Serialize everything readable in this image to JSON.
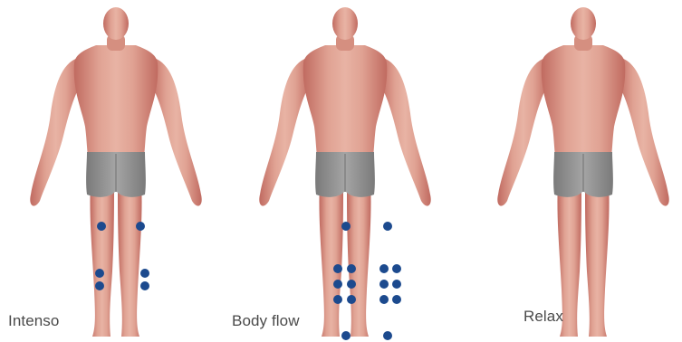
{
  "panels": [
    {
      "caption": "Intenso"
    },
    {
      "caption": "Body flow"
    },
    {
      "caption": "Relax"
    }
  ],
  "colors": {
    "skin": "#d98c7e",
    "skin_shadow": "#b8605a",
    "shorts": "#8f8f8f",
    "dot": "#1c4a8e",
    "caption": "#4a4a4a"
  }
}
